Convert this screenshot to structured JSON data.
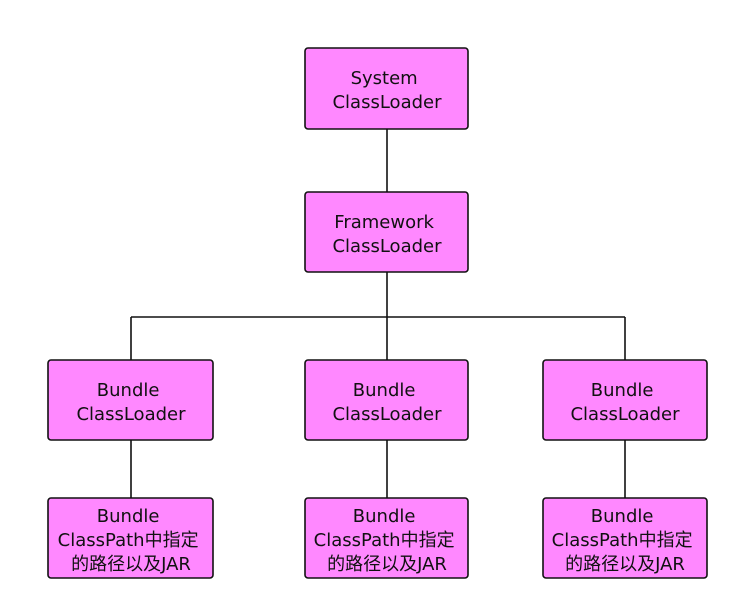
{
  "colors": {
    "node_fill": "#ff88ff",
    "node_border": "#111111",
    "line": "#111111",
    "background": "#ffffff"
  },
  "nodes": {
    "system": {
      "lines": [
        "System",
        "ClassLoader"
      ]
    },
    "framework": {
      "lines": [
        "Framework",
        "ClassLoader"
      ]
    },
    "bundle_left": {
      "lines": [
        "Bundle",
        "ClassLoader"
      ]
    },
    "bundle_middle": {
      "lines": [
        "Bundle",
        "ClassLoader"
      ]
    },
    "bundle_right": {
      "lines": [
        "Bundle",
        "ClassLoader"
      ]
    },
    "classpath_left": {
      "lines": [
        "Bundle",
        "ClassPath中指定",
        "的路径以及JAR"
      ]
    },
    "classpath_middle": {
      "lines": [
        "Bundle",
        "ClassPath中指定",
        "的路径以及JAR"
      ]
    },
    "classpath_right": {
      "lines": [
        "Bundle",
        "ClassPath中指定",
        "的路径以及JAR"
      ]
    }
  }
}
